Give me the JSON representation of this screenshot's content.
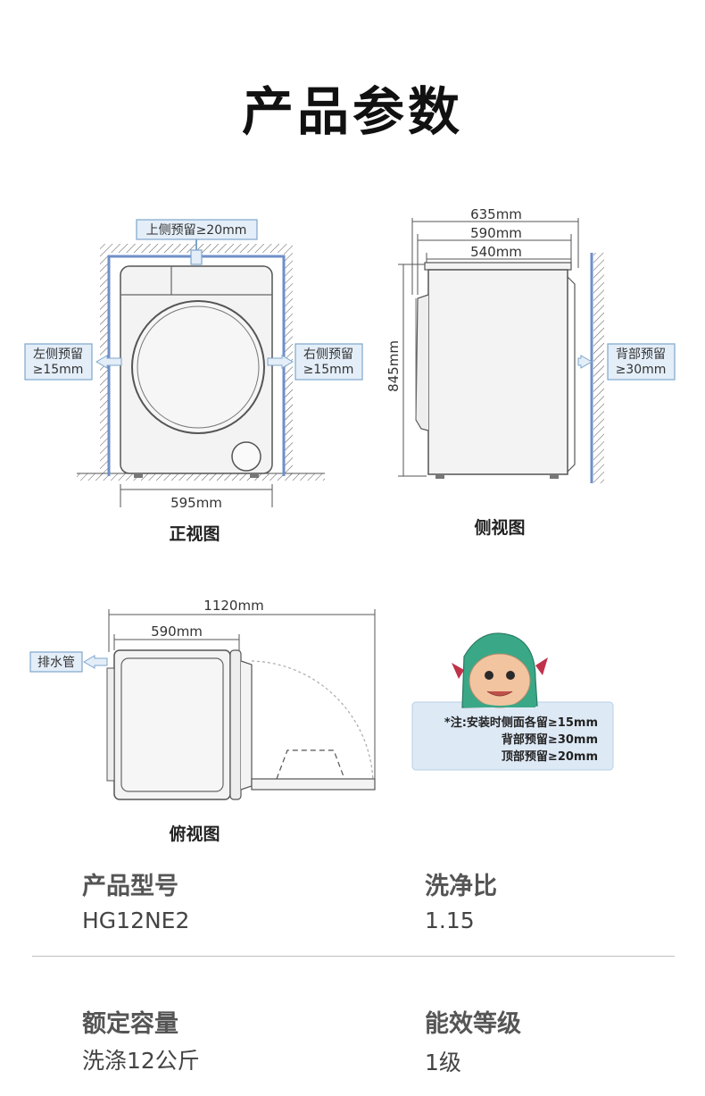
{
  "title": "产品参数",
  "front_view": {
    "caption": "正视图",
    "top_tag": "上侧预留≥20mm",
    "left_tag": [
      "左侧预留",
      "≥15mm"
    ],
    "right_tag": [
      "右侧预留",
      "≥15mm"
    ],
    "width": "595mm"
  },
  "side_view": {
    "caption": "侧视图",
    "dims": [
      "635mm",
      "590mm",
      "540mm"
    ],
    "height": "845mm",
    "back_tag": [
      "背部预留",
      "≥30mm"
    ]
  },
  "top_view": {
    "caption": "俯视图",
    "total": "1120mm",
    "depth": "590mm",
    "drain_tag": "排水管"
  },
  "note": {
    "lines": [
      "*注:安装时侧面各留≥15mm",
      "背部预留≥30mm",
      "顶部预留≥20mm"
    ]
  },
  "specs": [
    {
      "label": "产品型号",
      "value": "HG12NE2"
    },
    {
      "label": "洗净比",
      "value": "1.15"
    },
    {
      "label": "额定容量",
      "value": "洗涤12公斤"
    },
    {
      "label": "能效等级",
      "value": "1级"
    }
  ],
  "colors": {
    "tag_bg": "#e4eef8",
    "tag_border": "#7ea6cc",
    "frame": "#6f8fc8",
    "body": "#f3f3f3"
  }
}
